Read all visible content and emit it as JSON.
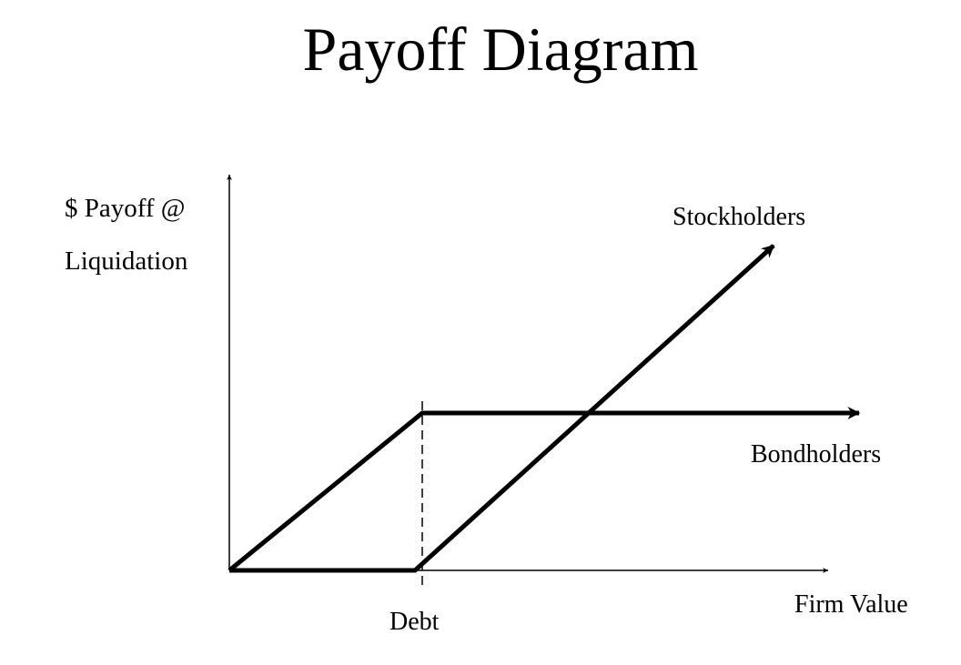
{
  "title": "Payoff Diagram",
  "axes": {
    "y_label_line1": "$ Payoff @",
    "y_label_line2": "Liquidation",
    "x_label": "Firm Value",
    "x_marker_label": "Debt"
  },
  "lines": {
    "stockholders": "Stockholders",
    "bondholders": "Bondholders"
  },
  "colors": {
    "ink": "#000000",
    "background": "#ffffff"
  }
}
